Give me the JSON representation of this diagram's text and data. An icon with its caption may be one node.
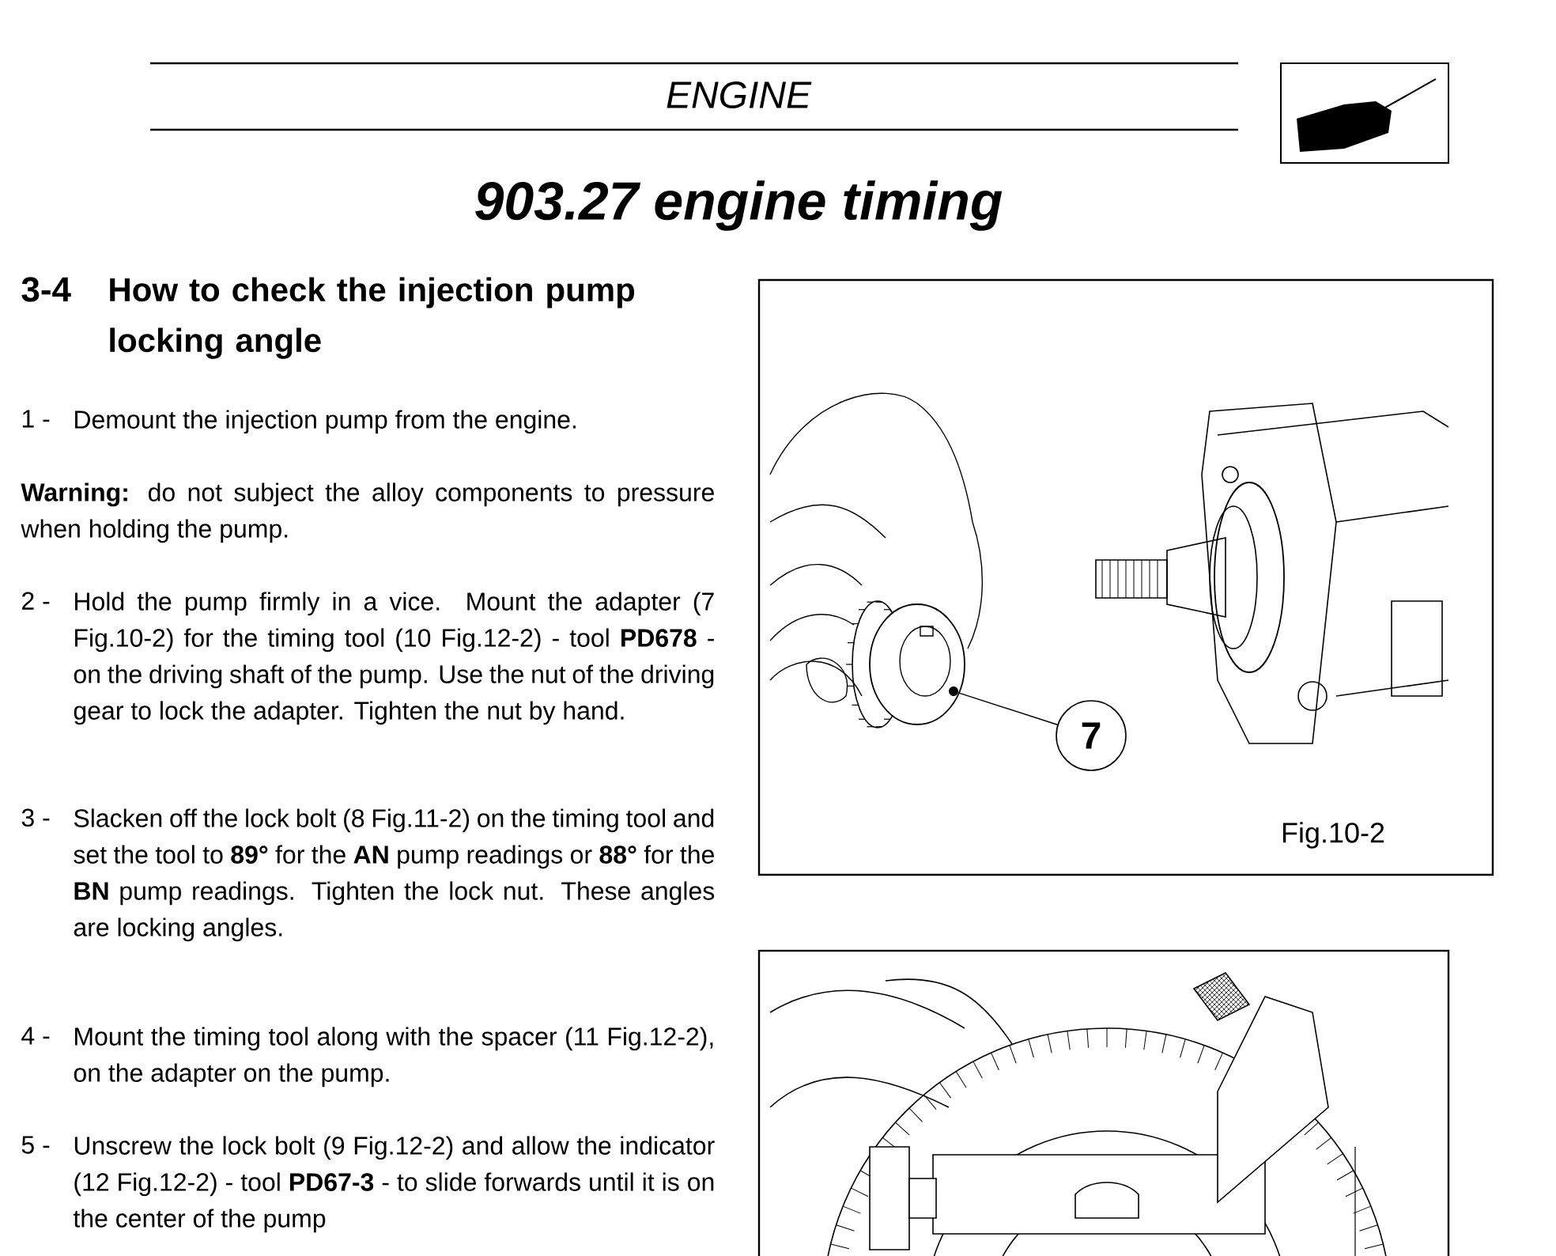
{
  "diagram": {
    "title": "903.27 engine timing",
    "nodes": [
      {
        "text": [
          "7"
        ]
      },
      {
        "text": [],
        "shape": "circle"
      }
    ],
    "edges": [
      {
        "from": 0,
        "to": 1,
        "arrow": "none"
      }
    ],
    "labels": [
      "ENGINE",
      "3-4",
      "How to check the injection pump locking angle",
      "1 -",
      "Demount the injection pump from the engine.",
      "**Warning:** do not subject the alloy components to pressure when holding the pump.",
      "2 -",
      "Hold the pump firmly in a vice. Mount the adapter (7 Fig.10-2) for the timing tool (10 Fig.12-2) - tool **PD678** - on the driving shaft of the pump. Use the nut of the driving gear to lock the adapter. Tighten the nut by hand.",
      "3 -",
      "Slacken off the lock bolt (8 Fig.11-2) on the timing tool and set the tool to **89°** for the **AN** pump readings or **88°** for the **BN** pump readings. Tighten the lock nut. These angles are locking angles.",
      "4 -",
      "Mount the timing tool along with the spacer (11 Fig.12-2), on the adapter on the pump.",
      "5 -",
      "Unscrew the lock bolt (9 Fig.12-2) and allow the indicator (12 Fig.12-2) - tool **PD67-3** - to slide forwards until it is on the center of the pump",
      "Fig.10-2"
    ]
  }
}
